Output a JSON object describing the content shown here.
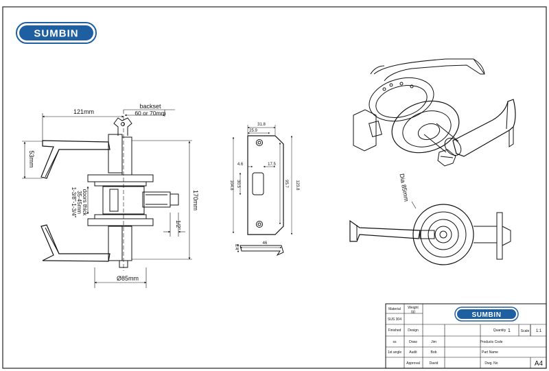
{
  "brand": {
    "name": "SUMBIN",
    "color": "#1d5fa0",
    "light": "#e8f1fa"
  },
  "front_view": {
    "dim_width": "121mm",
    "dim_height": "53mm",
    "backset_label": "backset",
    "backset_value": "60 or 70mm",
    "door_thick_label": "doors thick",
    "door_thick_mm": "35-45mm",
    "door_thick_in": "1-3/8\"-1-3/4\"",
    "dim_total": "170mm",
    "dim_rose": "Ø85mm",
    "dim_half": "1/2\""
  },
  "strike_view": {
    "w_total": "31.8",
    "w_inner": "25.9",
    "gap_left": "4.6",
    "gap_right": "17.5",
    "h_outer": "104.8",
    "h_inner": "30.5",
    "h_hole": "95.7",
    "h_total": "123.8",
    "lip_w": "46",
    "lip_h": "8.4"
  },
  "side_view": {
    "dia": "Dia 85mm"
  },
  "title_block": {
    "material_label": "Material",
    "weight_label": "Weight",
    "weight_unit": "(g)",
    "material_value": "SUS 304",
    "finished_label": "Finished",
    "design_label": "Design",
    "quantity_label": "Quantity",
    "quantity_value": "1",
    "scale_label": "Scale",
    "scale_value": "1:1",
    "r3_a": "ss",
    "draw_label": "Draw",
    "draw_value": "Jim",
    "products_code_label": "Products Code",
    "angle_label": "1st angle",
    "audit_label": "Audit",
    "audit_value": "Bob",
    "part_name_label": "Part Name",
    "approval_label": "Approval",
    "approval_value": "David",
    "dwg_label": "Dwg. No",
    "sheet_size": "A4"
  }
}
